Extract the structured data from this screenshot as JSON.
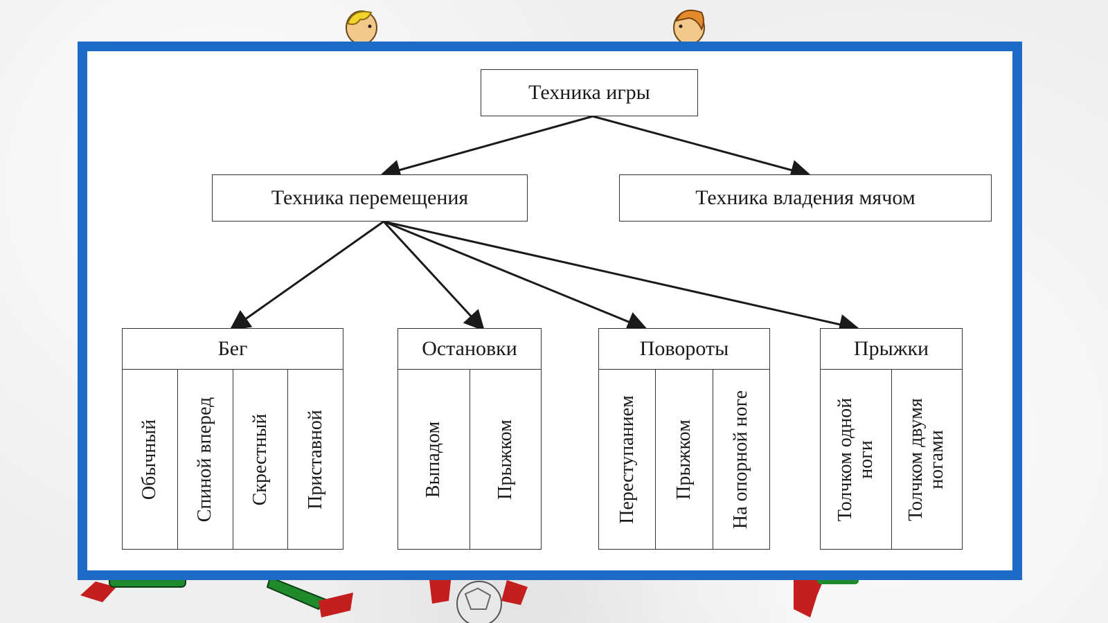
{
  "diagram": {
    "root": "Техника игры",
    "level1": [
      "Техника перемещения",
      "Техника владения мячом"
    ],
    "groups": [
      {
        "title": "Бег",
        "items": [
          "Обычный",
          "Спиной вперед",
          "Скрестный",
          "Приставной"
        ]
      },
      {
        "title": "Остановки",
        "items": [
          "Выпадом",
          "Прыжком"
        ]
      },
      {
        "title": "Повороты",
        "items": [
          "Переступанием",
          "Прыжком",
          "На опорной ноге"
        ]
      },
      {
        "title": "Прыжки",
        "items": [
          "Толчком одной\nноги",
          "Толчком двумя\nногами"
        ]
      }
    ]
  },
  "colors": {
    "frame": "#1c6bc6",
    "line": "#1a1a1a",
    "background": "#efefef"
  }
}
